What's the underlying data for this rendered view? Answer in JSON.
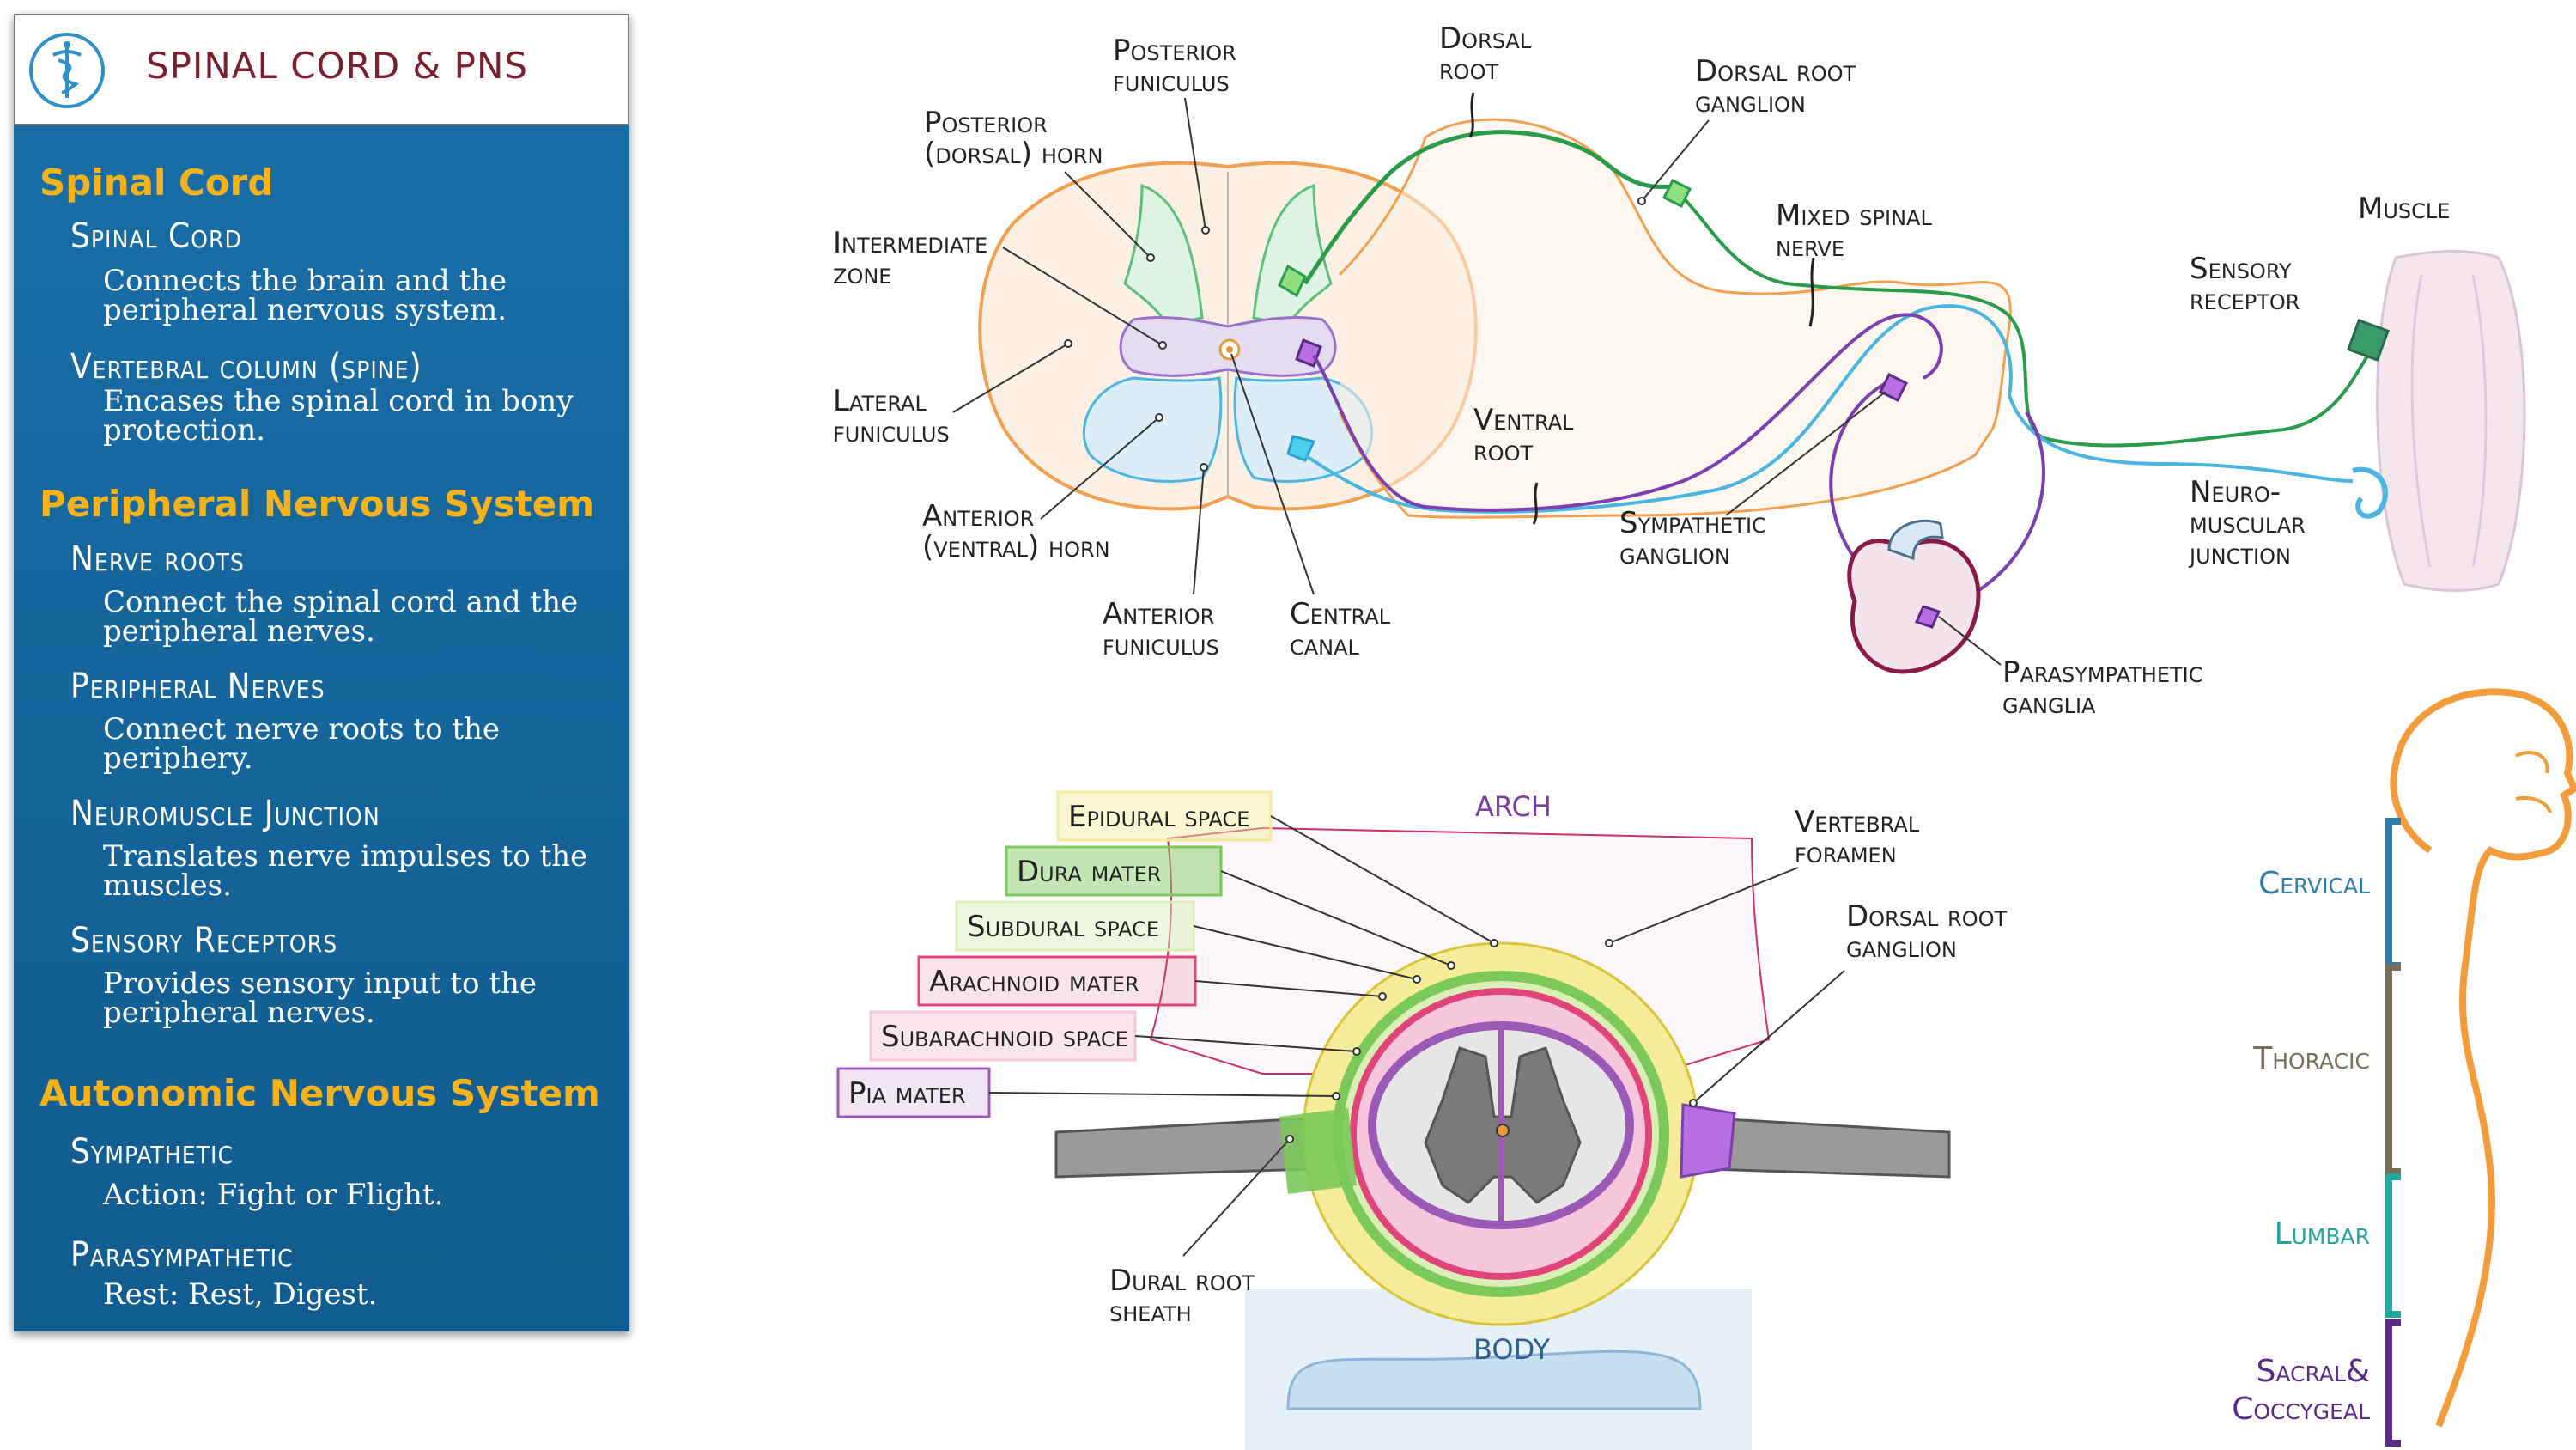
{
  "sidebar": {
    "title": "SPINAL CORD & PNS",
    "logo_icon": "caduceus-icon",
    "sections": [
      {
        "heading": "Spinal Cord",
        "items": [
          {
            "term": "Spinal Cord",
            "desc_lines": [
              "Connects the brain and the",
              "peripheral nervous system."
            ]
          },
          {
            "term": "Vertebral column (spine)",
            "desc_lines": [
              "Encases the spinal cord in bony",
              "protection."
            ]
          }
        ]
      },
      {
        "heading": "Peripheral Nervous System",
        "items": [
          {
            "term": "Nerve roots",
            "desc_lines": [
              "Connect the spinal cord and the",
              "peripheral nerves."
            ]
          },
          {
            "term": "Peripheral Nerves",
            "desc_lines": [
              "Connect nerve roots to the",
              "periphery."
            ]
          },
          {
            "term": "Neuromuscle Junction",
            "desc_lines": [
              "Translates nerve impulses to the",
              "muscles."
            ]
          },
          {
            "term": "Sensory Receptors",
            "desc_lines": [
              "Provides sensory input to the",
              "peripheral nerves."
            ]
          }
        ]
      },
      {
        "heading": "Autonomic Nervous System",
        "items": [
          {
            "term": "Sympathetic",
            "desc_lines": [
              "Action: Fight or Flight."
            ]
          },
          {
            "term": "Parasympathetic",
            "desc_lines": [
              "Rest: Rest, Digest."
            ]
          }
        ]
      }
    ]
  },
  "cord_diagram": {
    "posterior_funiculus": [
      "Posterior",
      "funiculus"
    ],
    "posterior_horn": [
      "Posterior",
      "(dorsal) horn"
    ],
    "intermediate_zone": [
      "Intermediate",
      "zone"
    ],
    "lateral_funiculus": [
      "Lateral",
      "funiculus"
    ],
    "anterior_horn": [
      "Anterior",
      "(ventral) horn"
    ],
    "anterior_funiculus": [
      "Anterior",
      "funiculus"
    ],
    "central_canal": [
      "Central",
      "canal"
    ],
    "dorsal_root": [
      "Dorsal",
      "root"
    ],
    "dorsal_root_ganglion": [
      "Dorsal root",
      "ganglion"
    ],
    "mixed_spinal_nerve": [
      "Mixed spinal",
      "nerve"
    ],
    "ventral_root": [
      "Ventral",
      "root"
    ],
    "sympathetic_ganglion": [
      "Sympathetic",
      "ganglion"
    ],
    "parasympathetic_ganglia": [
      "Parasympathetic",
      "ganglia"
    ],
    "muscle": [
      "Muscle"
    ],
    "sensory_receptor": [
      "Sensory",
      "receptor"
    ],
    "neuromuscular_junction": [
      "Neuro-",
      "muscular",
      "junction"
    ]
  },
  "vertebra_diagram": {
    "arch": "ARCH",
    "body": "BODY",
    "vertebral_foramen": [
      "Vertebral",
      "foramen"
    ],
    "dorsal_root_ganglion": [
      "Dorsal root",
      "ganglion"
    ],
    "dural_root_sheath": [
      "Dural root",
      "sheath"
    ],
    "layers": [
      {
        "label": "Epidural space",
        "color": "#f4ec9a"
      },
      {
        "label": "Dura mater",
        "color": "#7cc85a"
      },
      {
        "label": "Subdural space",
        "color": "#d9efb6"
      },
      {
        "label": "Arachnoid mater",
        "color": "#e0457a"
      },
      {
        "label": "Subarachnoid space",
        "color": "#f5c6dc"
      },
      {
        "label": "Pia mater",
        "color": "#9b59b6"
      }
    ]
  },
  "spine_regions": [
    {
      "label": "Cervical",
      "color": "#2f7ca8"
    },
    {
      "label": "Thoracic",
      "color": "#7a6e58"
    },
    {
      "label": "Lumbar",
      "color": "#21a7a0"
    },
    {
      "label": "Sacral&",
      "label2": "Coccygeal",
      "color": "#5b2a86"
    }
  ]
}
